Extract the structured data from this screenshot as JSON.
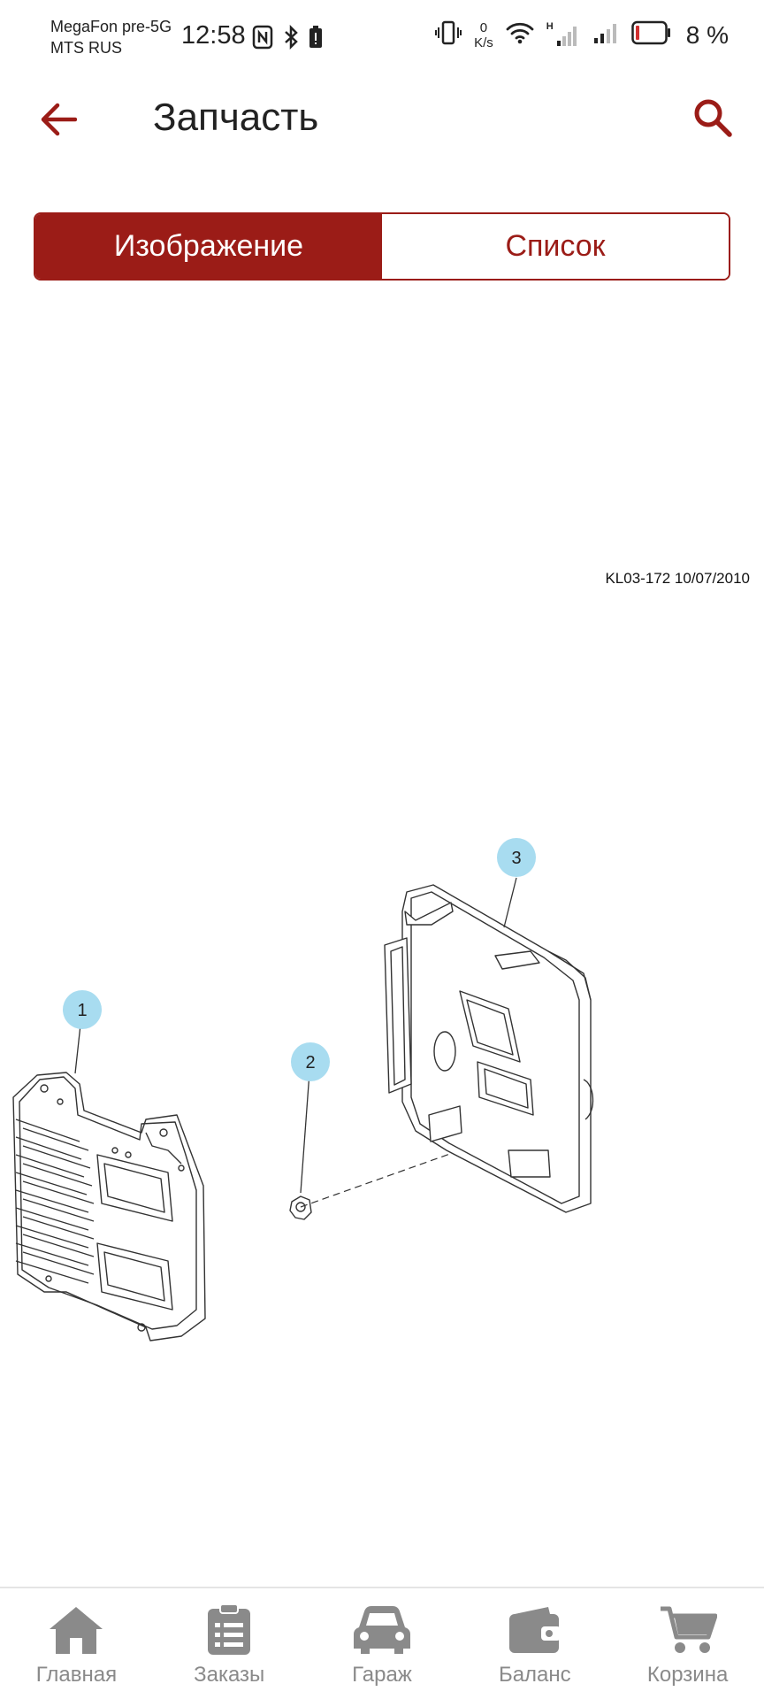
{
  "status_bar": {
    "carrier_1": "MegaFon pre-5G",
    "carrier_2": "MTS RUS",
    "time": "12:58",
    "net_speed_value": "0",
    "net_speed_unit": "K/s",
    "network_label": "H",
    "battery_percent": "8 %",
    "battery_level": 0.08
  },
  "app_bar": {
    "title": "Запчасть"
  },
  "view_toggle": {
    "image_label": "Изображение",
    "list_label": "Список",
    "active": "image"
  },
  "diagram": {
    "reference": "KL03-172 10/07/2010",
    "callouts": [
      "1",
      "2",
      "3"
    ],
    "callout_color": "#a8dcf0"
  },
  "bottom_nav": {
    "items": [
      {
        "label": "Главная",
        "icon": "home-icon"
      },
      {
        "label": "Заказы",
        "icon": "clipboard-icon"
      },
      {
        "label": "Гараж",
        "icon": "car-icon"
      },
      {
        "label": "Баланс",
        "icon": "wallet-icon"
      },
      {
        "label": "Корзина",
        "icon": "cart-icon"
      }
    ]
  },
  "colors": {
    "accent": "#9b1c17",
    "nav_icon": "#8a8a8a"
  }
}
